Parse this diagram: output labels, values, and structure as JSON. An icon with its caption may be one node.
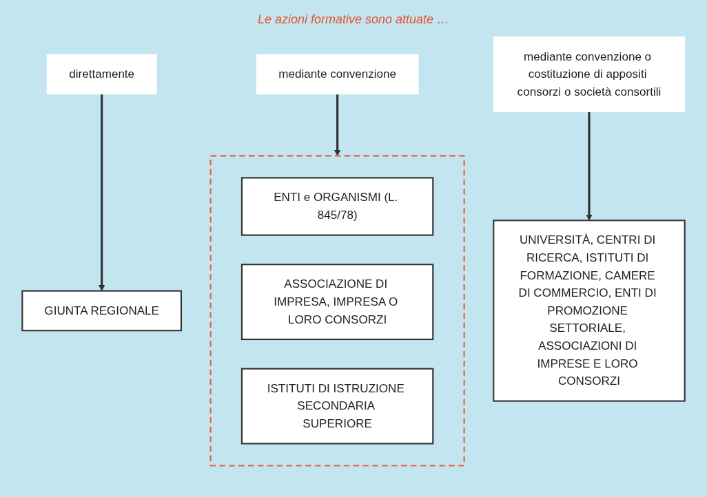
{
  "diagram": {
    "title": "Le azioni formative sono attuate …",
    "nodes": [
      {
        "text": [
          "direttamente"
        ]
      },
      {
        "text": [
          "mediante convenzione"
        ]
      },
      {
        "text": [
          "mediante convenzione o costituzione di appositi consorzi o società consortili"
        ]
      },
      {
        "text": [
          "GIUNTA REGIONALE"
        ]
      },
      {
        "text": [],
        "shape": "box"
      },
      {
        "text": [
          "ENTI e ORGANISMI (L. 845/78)"
        ],
        "in": 4
      },
      {
        "text": [
          "ASSOCIAZIONE DI IMPRESA, IMPRESA O LORO CONSORZI"
        ],
        "in": 4
      },
      {
        "text": [
          "ISTITUTI DI ISTRUZIONE SECONDARIA SUPERIORE"
        ],
        "in": 4
      },
      {
        "text": [
          "UNIVERSITÀ, CENTRI DI RICERCA, ISTITUTI DI FORMAZIONE, CAMERE DI COMMERCIO, ENTI DI PROMOZIONE SETTORIALE, ASSOCIAZIONI DI IMPRESE E LORO CONSORZI"
        ]
      }
    ],
    "edges": [
      {
        "from": 0,
        "to": 3,
        "arrow": "to"
      },
      {
        "from": 1,
        "to": 4,
        "arrow": "to"
      },
      {
        "from": 2,
        "to": 8,
        "arrow": "to"
      }
    ]
  }
}
